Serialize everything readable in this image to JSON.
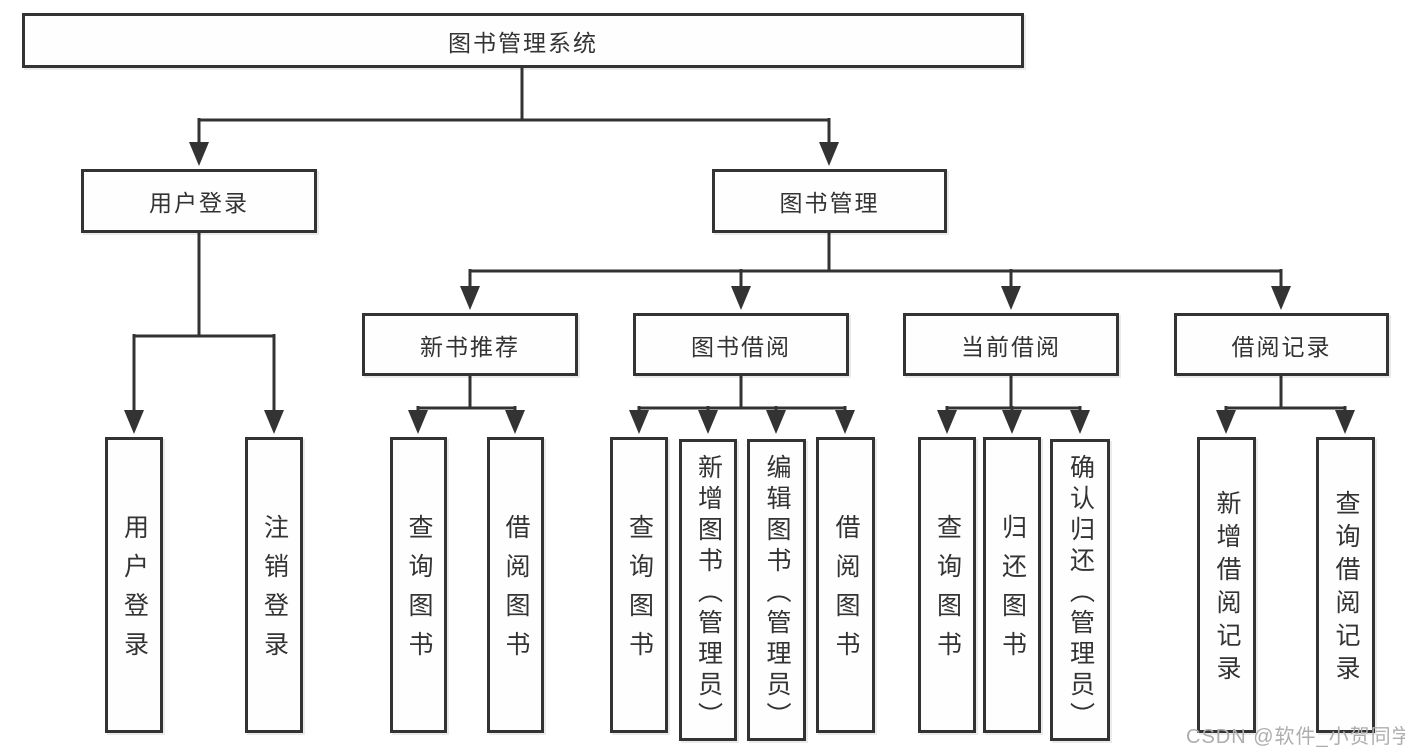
{
  "tree": {
    "label": "图书管理系统",
    "children": [
      {
        "label": "用户登录",
        "children": [
          {
            "label": "用户登录"
          },
          {
            "label": "注销登录"
          }
        ]
      },
      {
        "label": "图书管理",
        "children": [
          {
            "label": "新书推荐",
            "children": [
              {
                "label": "查询图书"
              },
              {
                "label": "借阅图书"
              }
            ]
          },
          {
            "label": "图书借阅",
            "children": [
              {
                "label": "查询图书"
              },
              {
                "label": "新增图书（管理员）"
              },
              {
                "label": "编辑图书（管理员）"
              },
              {
                "label": "借阅图书"
              }
            ]
          },
          {
            "label": "当前借阅",
            "children": [
              {
                "label": "查询图书"
              },
              {
                "label": "归还图书"
              },
              {
                "label": "确认归还（管理员）"
              }
            ]
          },
          {
            "label": "借阅记录",
            "children": [
              {
                "label": "新增借阅记录"
              },
              {
                "label": "查询借阅记录"
              }
            ]
          }
        ]
      }
    ]
  },
  "watermark": {
    "text": "CSDN @软件_小贺同学"
  },
  "colors": {
    "line": "#333333",
    "box_border": "#333333",
    "text": "#333333",
    "background": "#ffffff",
    "watermark": "#aeaeae"
  }
}
